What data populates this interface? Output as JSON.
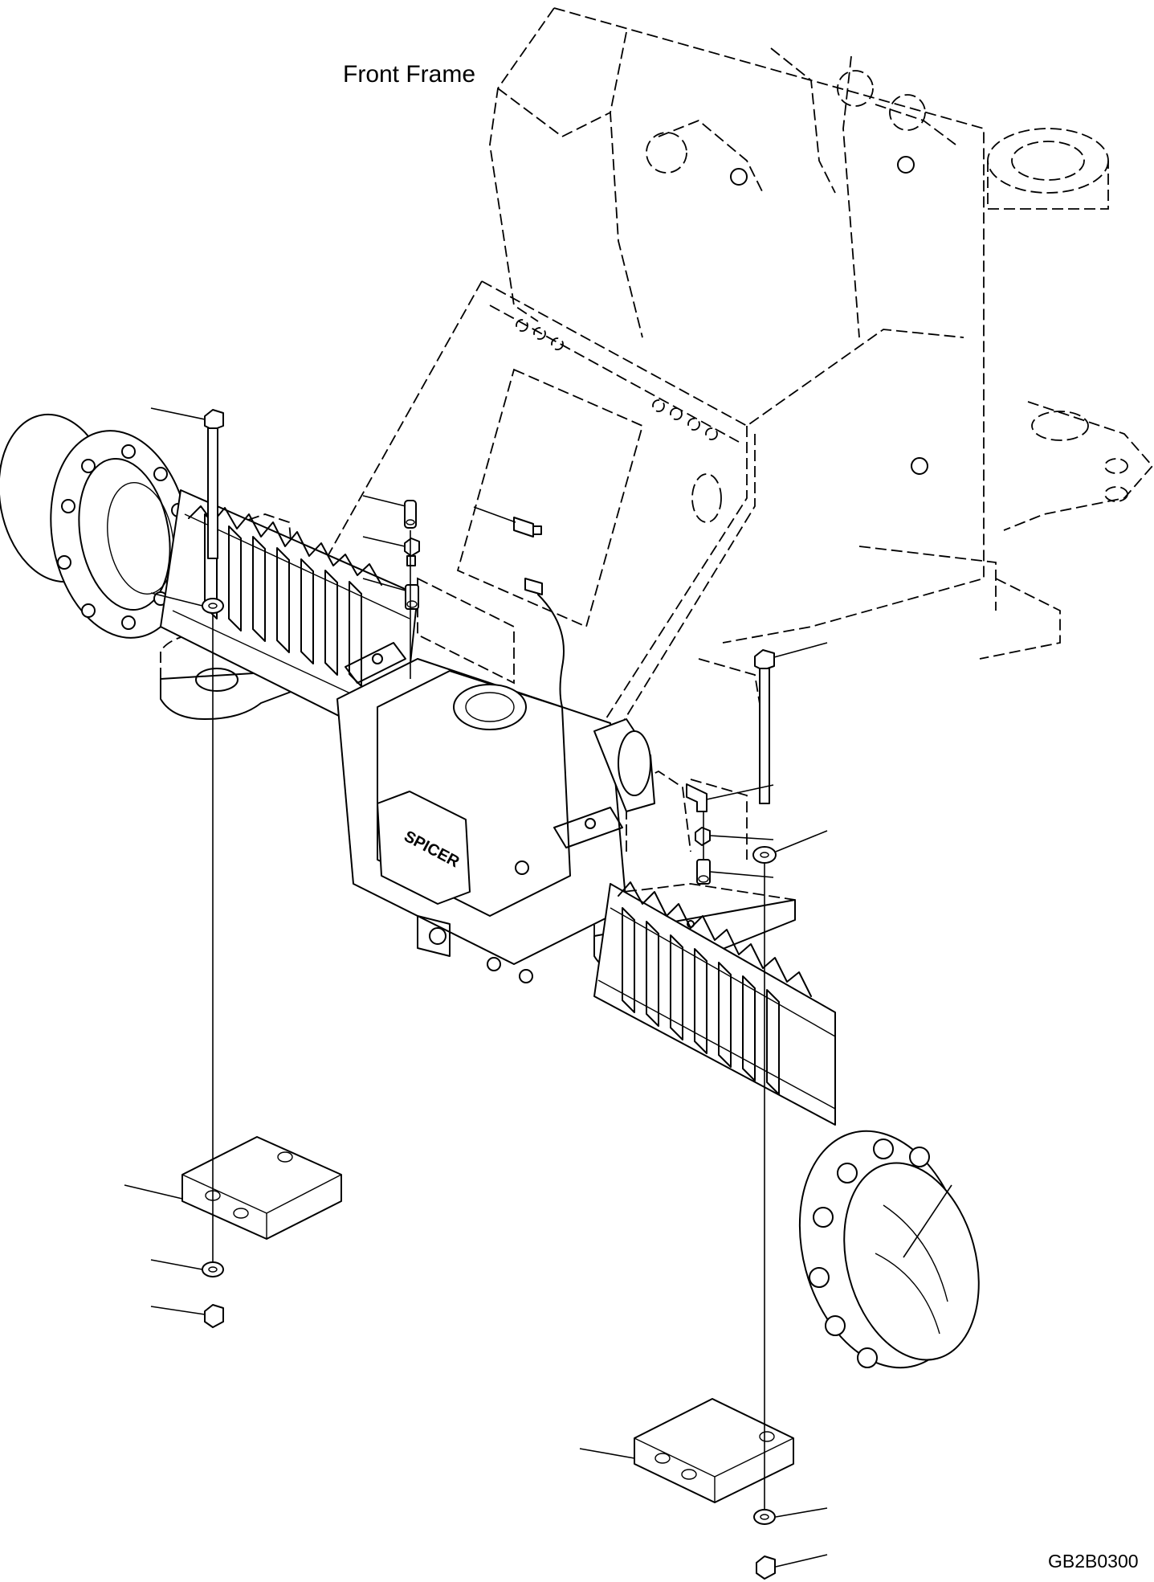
{
  "diagram": {
    "frame_label": "Front Frame",
    "drawing_code": "GB2B0300",
    "axle_logo": "SPICER"
  },
  "icons": {
    "bolt": "hex-bolt-icon",
    "washer": "washer-icon",
    "nut": "hex-nut-icon",
    "shim": "shim-plate-icon",
    "fitting": "fitting-icon",
    "connector": "connector-icon"
  }
}
